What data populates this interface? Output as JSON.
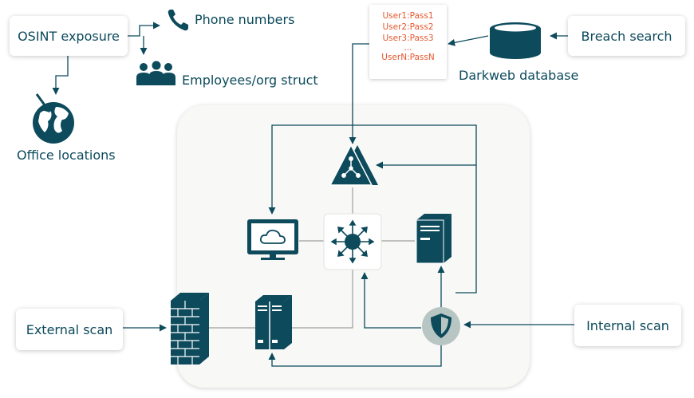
{
  "nodes": {
    "osint": "OSINT exposure",
    "phone": "Phone numbers",
    "employees": "Employees/org struct",
    "office": "Office locations",
    "breach": "Breach search",
    "darkweb": "Darkweb database",
    "external": "External scan",
    "internal": "Internal scan"
  },
  "credentials": [
    "User1:Pass1",
    "User2:Pass2",
    "User3:Pass3",
    "...",
    "UserN:PassN"
  ],
  "colors": {
    "primary": "#0c4a5c",
    "credential_text": "#e4572e",
    "network_background": "#f8f8f6",
    "line_gray": "#9aa0a0",
    "shield_circle": "#b8c6c3"
  },
  "icons": [
    "phone-icon",
    "people-icon",
    "globe-icon",
    "database-icon",
    "alert-triangle-icon",
    "monitor-cloud-icon",
    "hub-switch-icon",
    "server-tower-icon",
    "firewall-icon",
    "server-rack-icon",
    "shield-icon"
  ]
}
